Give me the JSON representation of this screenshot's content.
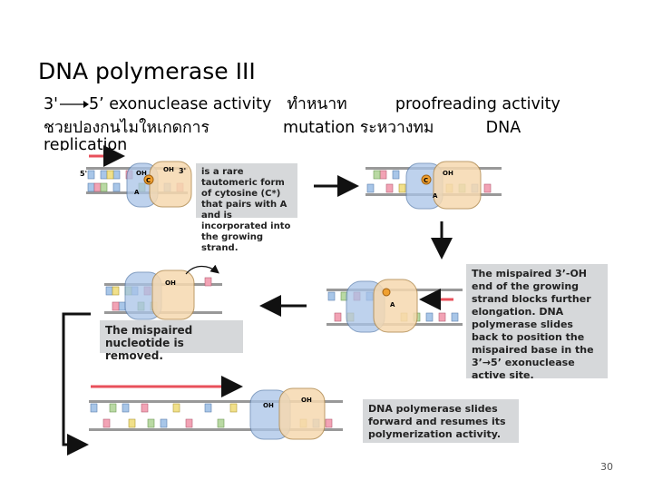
{
  "slide": {
    "title": "DNA polymerase III",
    "line1_part1": "3'",
    "line1_part2": "5’ exonuclease activity",
    "line1_part3": "ทำหนาท",
    "line1_part4": "proofreading activity",
    "line2_part1": "ชวยปองกนไมใหเกดการ",
    "line2_part2": "mutation",
    "line2_part3": "ระหวางทม",
    "line2_part4": "DNA",
    "line3": "replication",
    "page_number": "30"
  },
  "figure": {
    "label_5prime": "5'",
    "label_3prime": "3'",
    "label_oh": "OH",
    "label_c": "C",
    "label_a": "A",
    "callout_1": "is a rare tautomeric form of cytosine (C*) that pairs with A and is incorporated into the growing strand.",
    "callout_2": "The mispaired 3’-OH end of the growing strand blocks further elongation. DNA polymerase slides back to position the mispaired base in the 3’→5’ exonuclease active site.",
    "callout_3": "The mispaired nucleotide is removed.",
    "callout_4": "DNA polymerase slides forward and resumes its polymerization activity.",
    "colors": {
      "exo_domain": "#a9c4e8",
      "pol_domain": "#f6d9b0",
      "strand_pink": "#f2a3b5",
      "strand_blue": "#a8c6e8",
      "strand_green": "#b9d9a3",
      "strand_yellow": "#f1e08a",
      "arrow_red": "#e8505b",
      "callout_bg": "#d6d8da"
    }
  }
}
